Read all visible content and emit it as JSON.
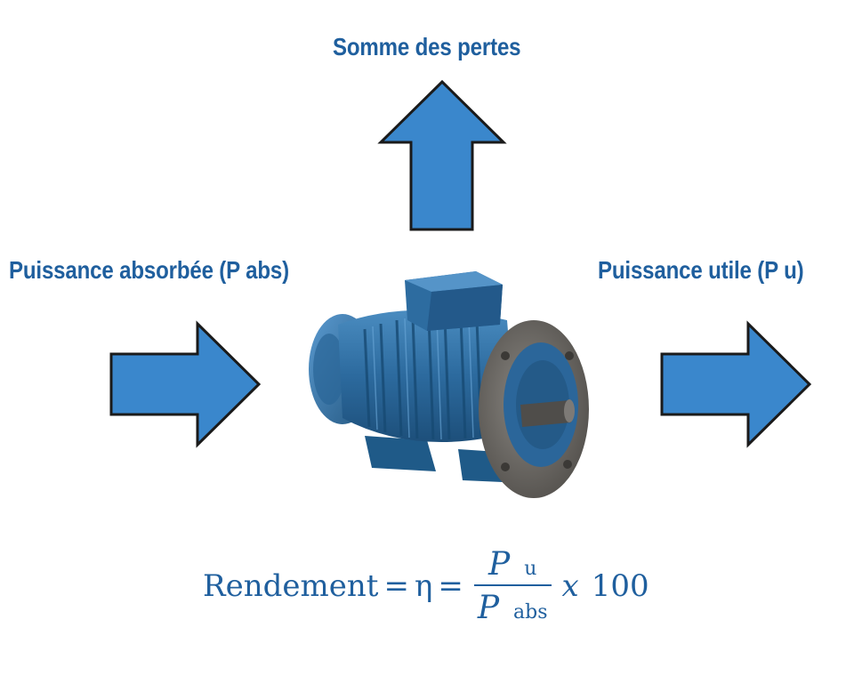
{
  "labels": {
    "top": "Somme des pertes",
    "left": "Puissance absorbée (P abs)",
    "right": "Puissance utile (P u)"
  },
  "formula": {
    "lhs": "Rendement",
    "equals": "=",
    "eta": "η",
    "numerator_var": "P",
    "numerator_sub": "u",
    "denominator_var": "P",
    "denominator_sub": "abs",
    "multiply": "x",
    "factor": "100"
  },
  "colors": {
    "arrow_fill": "#3a87cc",
    "arrow_stroke": "#1a1a1a",
    "text": "#1f5f9e",
    "motor_body": "#2e6fa3",
    "motor_flange": "#6e6b66"
  },
  "icons": {
    "motor": "electric-motor-illustration"
  }
}
